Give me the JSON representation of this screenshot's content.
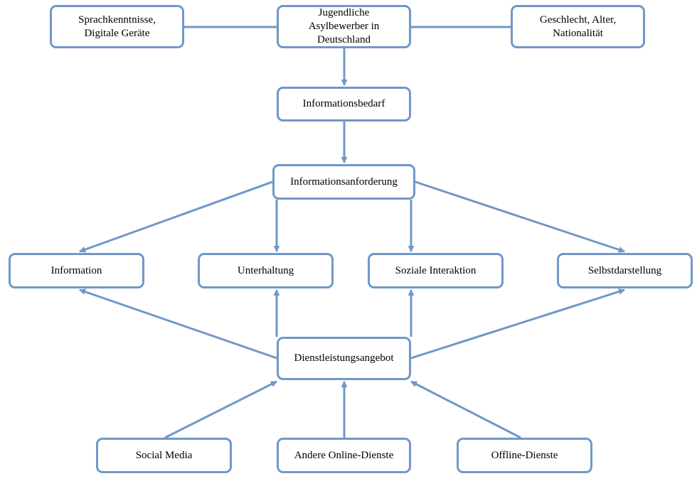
{
  "nodes": {
    "sprachkenntnisse": "Sprachkenntnisse,\nDigitale  Geräte",
    "jugendliche": "Jugendliche\nAsylbewerber  in\nDeutschland",
    "geschlecht": "Geschlecht,  Alter,\nNationalität",
    "informationsbedarf": "Informationsbedarf",
    "informationsanforderung": "Informationsanforderung",
    "information": "Information",
    "unterhaltung": "Unterhaltung",
    "soziale_interaktion": "Soziale  Interaktion",
    "selbstdarstellung": "Selbstdarstellung",
    "dienstleistungsangebot": "Dienstleistungsangebot",
    "social_media": "Social  Media",
    "andere_online_dienste": "Andere  Online-Dienste",
    "offline_dienste": "Offline-Dienste"
  },
  "colors": {
    "border": "#6f98c7",
    "edge": "#6f98c7"
  }
}
